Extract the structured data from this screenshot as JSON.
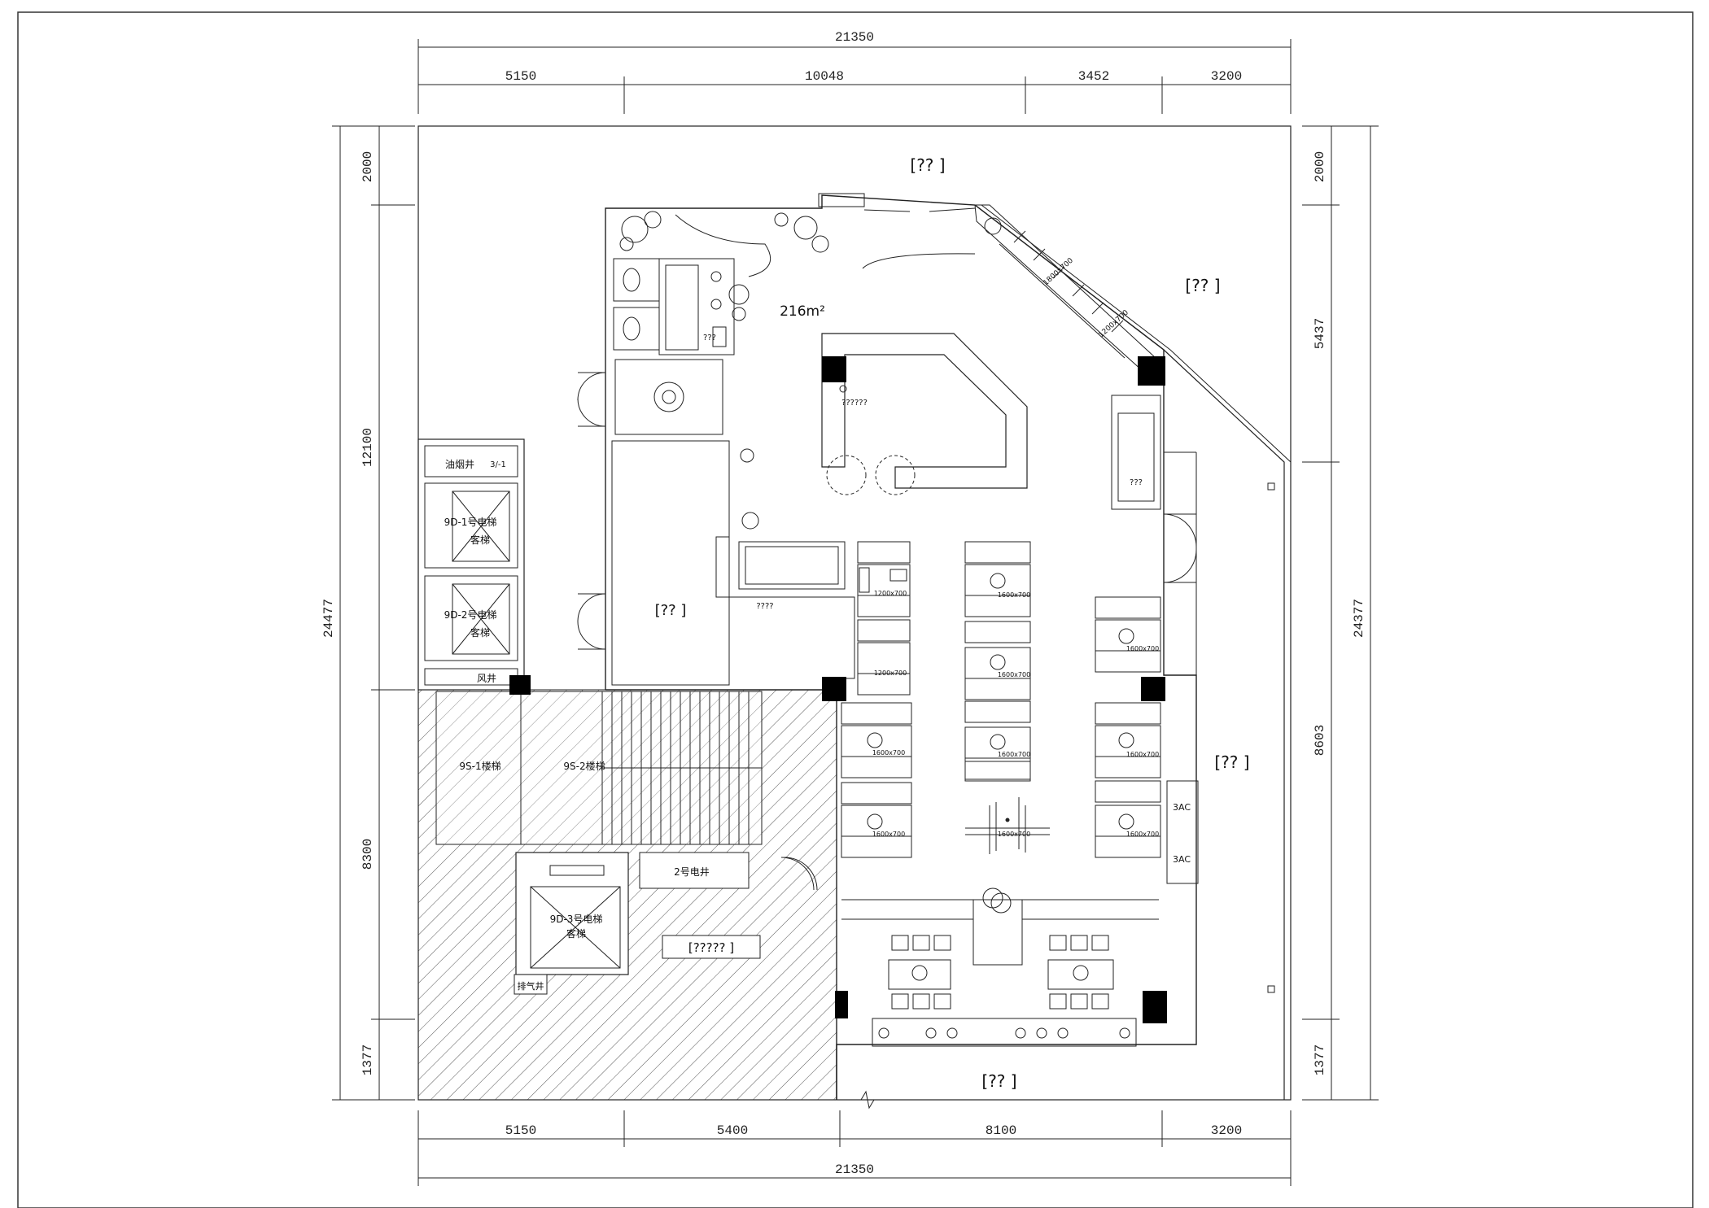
{
  "title": "",
  "dimensions": {
    "top_total": "21350",
    "top_segments": [
      "5150",
      "10048",
      "3452",
      "3200"
    ],
    "bottom_total": "21350",
    "bottom_segments": [
      "5150",
      "5400",
      "8100",
      "3200"
    ],
    "left_total": "24477",
    "left_segments": [
      "2000",
      "12100",
      "8300",
      "1377"
    ],
    "right_total": "24377",
    "right_segments": [
      "2000",
      "5437",
      "8603",
      "1377"
    ]
  },
  "labels": {
    "area": "216m²",
    "top_room": "[??  ]",
    "right_top_room": "[??  ]",
    "right_mid_room": "[??  ]",
    "bottom_room": "[??  ]",
    "left_room": "[??  ]",
    "left_room_sub": "????",
    "bar_note": "??????",
    "right_box": "???",
    "kitchen_tag": "???",
    "stair_box": "[?????  ]",
    "oil_shaft": "油烟井",
    "oil_shaft_tag": "3/-1",
    "lift1_a": "9D-1号电梯",
    "lift1_b": "客梯",
    "lift2_a": "9D-2号电梯",
    "lift2_b": "客梯",
    "air_shaft": "风井",
    "stair1": "9S-1楼梯",
    "stair2": "9S-2楼梯",
    "elec_shaft": "2号电井",
    "lift3_a": "9D-3号电梯",
    "lift3_b": "客梯",
    "pipe_shaft": "排气井",
    "side_3ac_1": "3AC",
    "side_3ac_2": "3AC"
  },
  "tables": {
    "t1": "1200x700",
    "t2": "1200x700",
    "t3": "1600x700",
    "t4": "1600x700",
    "t5": "1600x700",
    "t6": "1600x700",
    "t7": "1600x700",
    "t8": "1600x700",
    "t9": "1600x700",
    "t10": "1600x700",
    "t11": "1600x700",
    "sofa1": "1800x700",
    "sofa2": "1200x700"
  }
}
